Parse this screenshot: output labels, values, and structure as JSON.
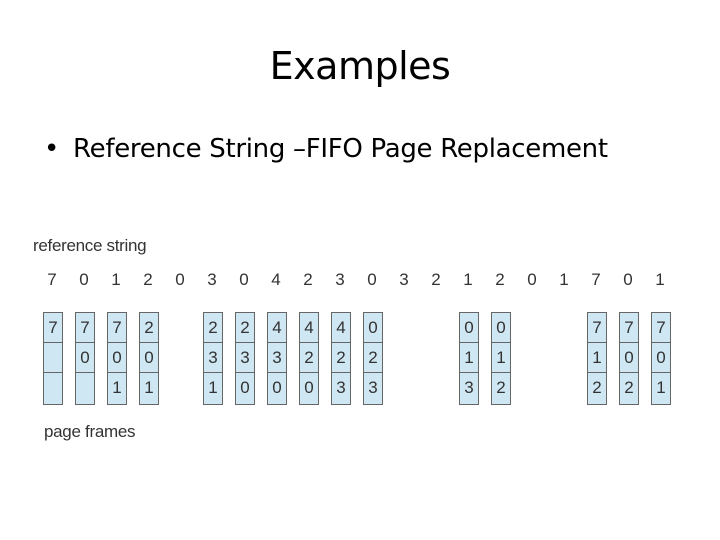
{
  "slide": {
    "title": "Examples",
    "bullet": "Reference String –FIFO Page Replacement"
  },
  "diagram": {
    "reference_label": "reference string",
    "frames_label": "page frames",
    "reference_string": [
      "7",
      "0",
      "1",
      "2",
      "0",
      "3",
      "0",
      "4",
      "2",
      "3",
      "0",
      "3",
      "2",
      "1",
      "2",
      "0",
      "1",
      "7",
      "0",
      "1"
    ],
    "frames": [
      [
        "7",
        "",
        ""
      ],
      [
        "7",
        "0",
        ""
      ],
      [
        "7",
        "0",
        "1"
      ],
      [
        "2",
        "0",
        "1"
      ],
      null,
      [
        "2",
        "3",
        "1"
      ],
      [
        "2",
        "3",
        "0"
      ],
      [
        "4",
        "3",
        "0"
      ],
      [
        "4",
        "2",
        "0"
      ],
      [
        "4",
        "2",
        "3"
      ],
      [
        "0",
        "2",
        "3"
      ],
      null,
      null,
      [
        "0",
        "1",
        "3"
      ],
      [
        "0",
        "1",
        "2"
      ],
      null,
      null,
      [
        "7",
        "1",
        "2"
      ],
      [
        "7",
        "0",
        "2"
      ],
      [
        "7",
        "0",
        "1"
      ]
    ],
    "frame_color": "#cfe6f3"
  }
}
